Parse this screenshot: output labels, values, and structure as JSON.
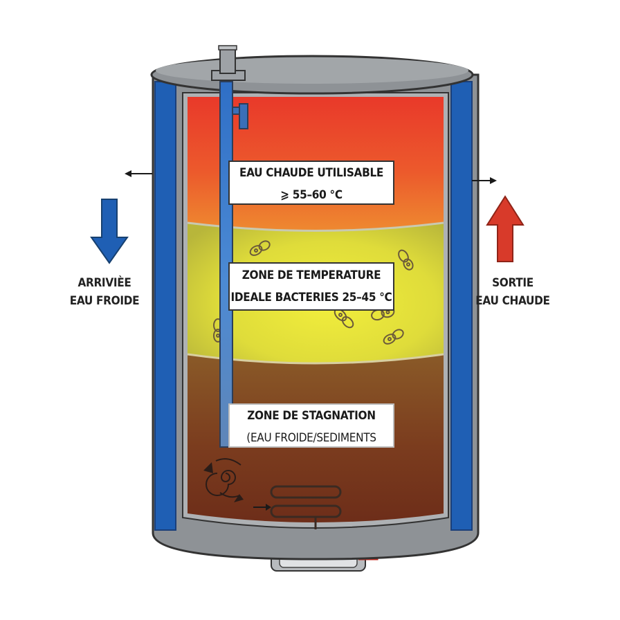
{
  "labels": {
    "hot_zone": {
      "line1": "EAU CHAUDE UTILISABLE",
      "line2": "⩾ 55–60 °C"
    },
    "bacteria_zone": {
      "line1": "ZONE DE TEMPERATURE",
      "line2": "IDEALE BACTERIES 25–45 °C"
    },
    "stagnation_zone": {
      "line1": "ZONE DE STAGNATION",
      "line2": "(EAU FROIDE/SEDIMENTS"
    }
  },
  "inlet": {
    "line1": "ARRIVIÈE",
    "line2": "EAU FROIDE",
    "arrow_color": "#1f5fb4"
  },
  "outlet": {
    "line1": "SORTIE",
    "line2": "EAU CHAUDE",
    "arrow_color": "#d83a2a"
  },
  "colors": {
    "hot": "#e8412b",
    "warm": "#d9d63a",
    "stagnant": "#7a3a1e",
    "insulation": "#1f5fb4",
    "shell": "#8e9296"
  }
}
